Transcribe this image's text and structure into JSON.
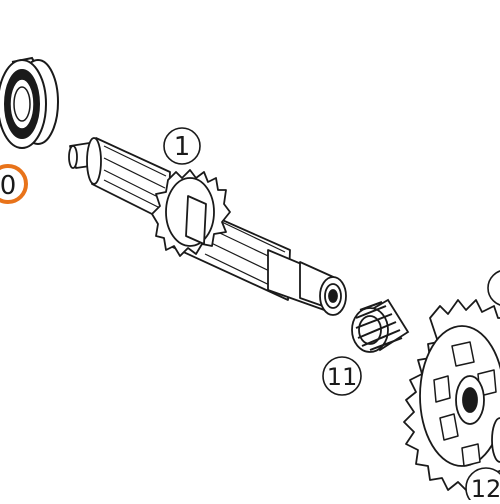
{
  "callouts": [
    {
      "id": "c1",
      "label": "1"
    },
    {
      "id": "c10",
      "label": "0",
      "highlight": true
    },
    {
      "id": "c11",
      "label": "11"
    },
    {
      "id": "c12",
      "label": "12"
    }
  ],
  "colors": {
    "line": "#1a1a1a",
    "highlight": "#e8731a",
    "fill": "#ffffff",
    "shade": "#9a9a9a"
  },
  "icons": {
    "bearing": "ball-bearing-icon",
    "shaft": "transmission-shaft-icon",
    "needle_bearing": "needle-bearing-icon",
    "gear": "gear-wheel-icon"
  }
}
